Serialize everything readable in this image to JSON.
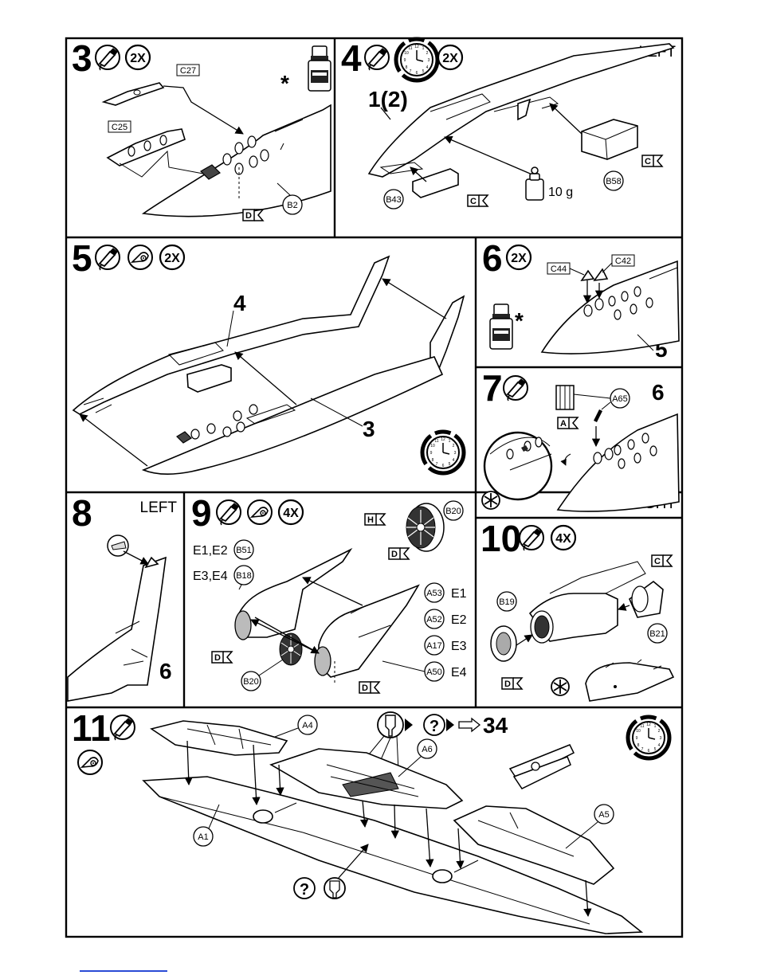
{
  "steps": {
    "s3": {
      "num": "3",
      "count": "2X",
      "asterisk": "*",
      "parts": {
        "c27": "C27",
        "c25": "C25",
        "b2": "B2",
        "d": "D"
      }
    },
    "s4": {
      "num": "4",
      "count": "2X",
      "side": "LEFT",
      "ref": "1(2)",
      "weight": "10 g",
      "parts": {
        "b43": "B43",
        "b58": "B58",
        "c1": "C",
        "c2": "C"
      }
    },
    "s5": {
      "num": "5",
      "count": "2X",
      "ref_a": "4",
      "ref_b": "3"
    },
    "s6": {
      "num": "6",
      "count": "2X",
      "asterisk": "*",
      "ref": "5",
      "parts": {
        "c44": "C44",
        "c42": "C42"
      }
    },
    "s7": {
      "num": "7",
      "side": "RIGHT",
      "ref": "6",
      "parts": {
        "a65": "A65",
        "a": "A"
      }
    },
    "s8": {
      "num": "8",
      "side": "LEFT",
      "ref": "6"
    },
    "s9": {
      "num": "9",
      "count": "4X",
      "assign": [
        {
          "label": "E1,E2",
          "part": "B51"
        },
        {
          "label": "E3,E4",
          "part": "B18"
        }
      ],
      "options": [
        {
          "part": "A53",
          "e": "E1"
        },
        {
          "part": "A52",
          "e": "E2"
        },
        {
          "part": "A17",
          "e": "E3"
        },
        {
          "part": "A50",
          "e": "E4"
        }
      ],
      "parts": {
        "b20a": "B20",
        "b20b": "B20",
        "h": "H",
        "d1": "D",
        "d2": "D",
        "d3": "D"
      }
    },
    "s10": {
      "num": "10",
      "count": "4X",
      "parts": {
        "b19": "B19",
        "b21": "B21",
        "c": "C",
        "d": "D"
      }
    },
    "s11": {
      "num": "11",
      "goto": "34",
      "parts": {
        "a4": "A4",
        "a6": "A6",
        "a5": "A5",
        "a1": "A1"
      },
      "q": "?"
    }
  },
  "colors": {
    "ink": "#000000",
    "paper": "#ffffff",
    "link": "#2a4cd6"
  },
  "icons": [
    "glue-icon",
    "clock-icon",
    "paint-icon",
    "asterisk-option-icon",
    "drill-icon",
    "question-icon",
    "clothespin-icon",
    "weight-icon",
    "glue-bottle-icon"
  ]
}
